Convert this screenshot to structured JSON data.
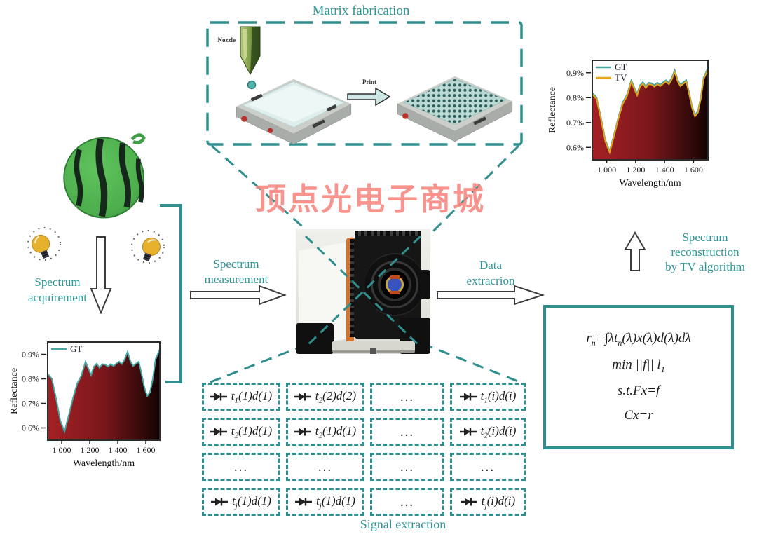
{
  "watermark": {
    "text": "顶点光电子商城",
    "color": "#f8857e"
  },
  "colors": {
    "teal_line": "#2f8f8f",
    "teal_text": "#2d9696",
    "gt_line": "#44a5a3",
    "tv_line": "#e2a51c",
    "spectrum_fill_left": "#a42125",
    "spectrum_fill_right": "#140303",
    "watermelon_green": "#4cae4c",
    "bulb_yellow": "#e8b12d"
  },
  "labels": {
    "matrix_fabrication": "Matrix fabrication",
    "nozzle": "Nozzle",
    "print": "Print",
    "signal_extraction": "Signal extraction",
    "spectrum_acquirement": [
      "Spectrum",
      "acquirement"
    ],
    "spectrum_measurement": [
      "Spectrum",
      "measurement"
    ],
    "data_extraction": [
      "Data",
      "extracrion"
    ],
    "spectrum_reconstruction": [
      "Spectrum",
      "reconstruction",
      "by TV algorithm"
    ]
  },
  "formulas": {
    "lines": [
      "r_n=∫λt_n(λ)x(λ)d(λ)dλ",
      "min ||f|| l_1",
      "s.t.Fx=f",
      "Cx=r"
    ]
  },
  "signal_matrix": {
    "rows": [
      [
        "t_1(1)d(1)",
        "t_2(2)d(2)",
        "…",
        "t_1(i)d(i)"
      ],
      [
        "t_2(1)d(1)",
        "t_2(1)d(1)",
        "…",
        "t_2(i)d(i)"
      ],
      [
        "…",
        "…",
        "…",
        "…"
      ],
      [
        "t_j(1)d(1)",
        "t_j(1)d(1)",
        "…",
        "t_j(i)d(i)"
      ]
    ]
  },
  "chart_data": [
    {
      "id": "leftspec",
      "type": "area",
      "title": "",
      "xlabel": "Wavelength/nm",
      "ylabel": "Reflectance",
      "xlim": [
        900,
        1700
      ],
      "ylim": [
        0.55,
        0.95
      ],
      "xticks": [
        1000,
        1200,
        1400,
        1600
      ],
      "xtick_labels": [
        "1 000",
        "1 200",
        "1 400",
        "1 600"
      ],
      "yticks": [
        0.6,
        0.7,
        0.8,
        0.9
      ],
      "ytick_labels": [
        "0.6%",
        "0.7%",
        "0.8%",
        "0.9%"
      ],
      "legend_position": "top-left",
      "fill_gradient": [
        [
          "0%",
          "#a42125"
        ],
        [
          "50%",
          "#7a171b"
        ],
        [
          "100%",
          "#140303"
        ]
      ],
      "series": [
        {
          "name": "GT",
          "color": "#44a5a3",
          "x": [
            900,
            930,
            960,
            990,
            1020,
            1050,
            1080,
            1110,
            1140,
            1170,
            1190,
            1210,
            1230,
            1250,
            1270,
            1290,
            1310,
            1330,
            1350,
            1370,
            1390,
            1410,
            1430,
            1450,
            1470,
            1490,
            1510,
            1530,
            1550,
            1570,
            1590,
            1610,
            1630,
            1650,
            1670,
            1700
          ],
          "y": [
            0.82,
            0.8,
            0.72,
            0.63,
            0.585,
            0.65,
            0.72,
            0.78,
            0.812,
            0.87,
            0.842,
            0.815,
            0.85,
            0.862,
            0.845,
            0.86,
            0.858,
            0.85,
            0.86,
            0.852,
            0.862,
            0.87,
            0.86,
            0.88,
            0.91,
            0.872,
            0.852,
            0.862,
            0.87,
            0.82,
            0.765,
            0.73,
            0.745,
            0.8,
            0.88,
            0.92
          ]
        }
      ]
    },
    {
      "id": "rightspec",
      "type": "area",
      "title": "",
      "xlabel": "Wavelength/nm",
      "ylabel": "Reflectance",
      "xlim": [
        900,
        1700
      ],
      "ylim": [
        0.55,
        0.95
      ],
      "xticks": [
        1000,
        1200,
        1400,
        1600
      ],
      "xtick_labels": [
        "1 000",
        "1 200",
        "1 400",
        "1 600"
      ],
      "yticks": [
        0.6,
        0.7,
        0.8,
        0.9
      ],
      "ytick_labels": [
        "0.6%",
        "0.7%",
        "0.8%",
        "0.9%"
      ],
      "legend_position": "top-left",
      "fill_gradient": [
        [
          "0%",
          "#a42125"
        ],
        [
          "50%",
          "#7a171b"
        ],
        [
          "100%",
          "#140303"
        ]
      ],
      "series": [
        {
          "name": "GT",
          "color": "#44a5a3",
          "x": [
            900,
            930,
            960,
            990,
            1020,
            1050,
            1080,
            1110,
            1140,
            1170,
            1190,
            1210,
            1230,
            1250,
            1270,
            1290,
            1310,
            1330,
            1350,
            1370,
            1390,
            1410,
            1430,
            1450,
            1470,
            1490,
            1510,
            1530,
            1550,
            1570,
            1590,
            1610,
            1630,
            1650,
            1670,
            1700
          ],
          "y": [
            0.82,
            0.8,
            0.72,
            0.63,
            0.585,
            0.65,
            0.72,
            0.78,
            0.812,
            0.87,
            0.842,
            0.815,
            0.85,
            0.862,
            0.845,
            0.86,
            0.858,
            0.85,
            0.86,
            0.852,
            0.862,
            0.87,
            0.86,
            0.88,
            0.91,
            0.872,
            0.852,
            0.862,
            0.87,
            0.82,
            0.765,
            0.73,
            0.745,
            0.8,
            0.88,
            0.92
          ]
        },
        {
          "name": "TV",
          "color": "#e2a51c",
          "x": [
            900,
            930,
            960,
            990,
            1020,
            1050,
            1080,
            1110,
            1140,
            1170,
            1190,
            1210,
            1230,
            1250,
            1270,
            1290,
            1310,
            1330,
            1350,
            1370,
            1390,
            1410,
            1430,
            1450,
            1470,
            1490,
            1510,
            1530,
            1550,
            1570,
            1590,
            1610,
            1630,
            1650,
            1670,
            1700
          ],
          "y": [
            0.814,
            0.794,
            0.713,
            0.624,
            0.58,
            0.644,
            0.714,
            0.774,
            0.806,
            0.863,
            0.836,
            0.809,
            0.844,
            0.856,
            0.839,
            0.854,
            0.852,
            0.844,
            0.854,
            0.846,
            0.856,
            0.864,
            0.854,
            0.873,
            0.903,
            0.866,
            0.846,
            0.856,
            0.864,
            0.814,
            0.759,
            0.724,
            0.739,
            0.794,
            0.874,
            0.913
          ]
        }
      ]
    }
  ]
}
